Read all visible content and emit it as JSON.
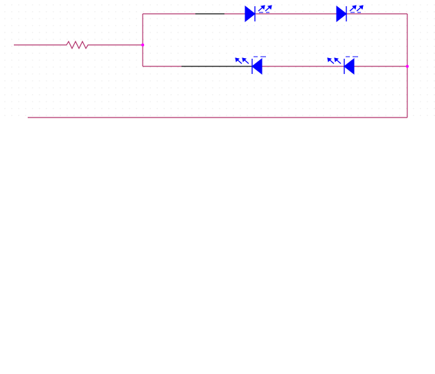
{
  "canvas": {
    "background": "#ffffff",
    "grid": "dotted",
    "grid_color": "#d9d9d9"
  },
  "colors": {
    "wire": "#b0306a",
    "black_wire": "#000000",
    "component": "#0000ff",
    "node": "#ff00ff"
  },
  "circuit": {
    "components": [
      {
        "type": "resistor",
        "icon": "resistor-icon"
      },
      {
        "type": "led",
        "icon": "led-icon",
        "branch": "top",
        "orientation": "forward"
      },
      {
        "type": "led",
        "icon": "led-icon",
        "branch": "top",
        "orientation": "forward"
      },
      {
        "type": "led",
        "icon": "led-icon",
        "branch": "bottom",
        "orientation": "reverse"
      },
      {
        "type": "led",
        "icon": "led-icon",
        "branch": "bottom",
        "orientation": "reverse"
      }
    ],
    "junction_nodes": 2
  }
}
